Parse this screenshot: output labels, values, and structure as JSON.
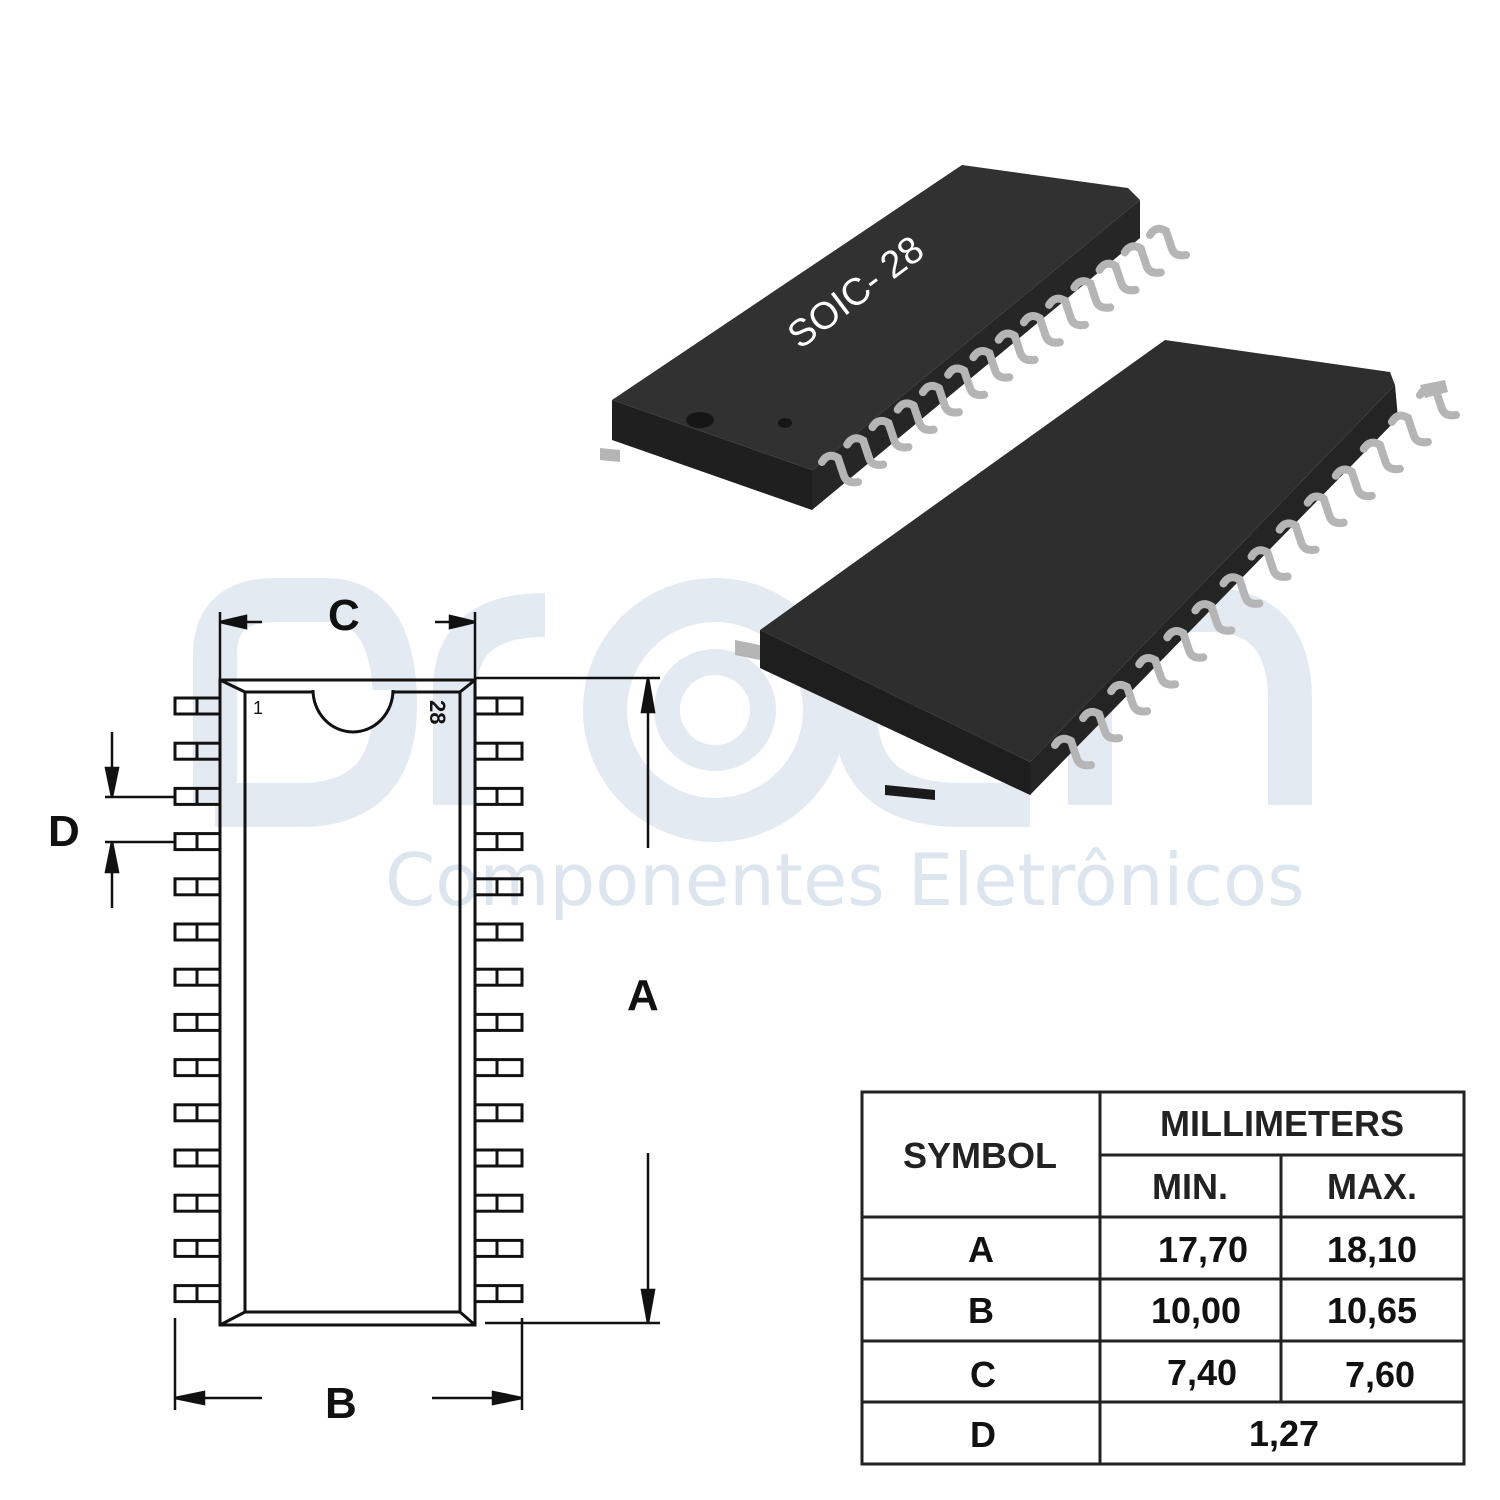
{
  "watermark": {
    "text": "Componentes Eletrônicos"
  },
  "package_marking": "SOIC- 28",
  "pin_labels": {
    "first": "1",
    "last": "28"
  },
  "dimension_labels": {
    "a": "A",
    "b": "B",
    "c": "C",
    "d": "D"
  },
  "table": {
    "symbol_header": "SYMBOL",
    "unit_header": "MILLIMETERS",
    "min_header": "MIN.",
    "max_header": "MAX.",
    "rows": [
      {
        "symbol": "A",
        "min": "17,70",
        "max": "18,10"
      },
      {
        "symbol": "B",
        "min": "10,00",
        "max": "10,65"
      },
      {
        "symbol": "C",
        "min": "7,40",
        "max": "7,60"
      },
      {
        "symbol": "D",
        "value": "1,27"
      }
    ]
  },
  "colors": {
    "chip_body": "#2a2a2a",
    "leads": "#b5b5b5",
    "watermark": "#dde6ef",
    "line": "#111111"
  }
}
